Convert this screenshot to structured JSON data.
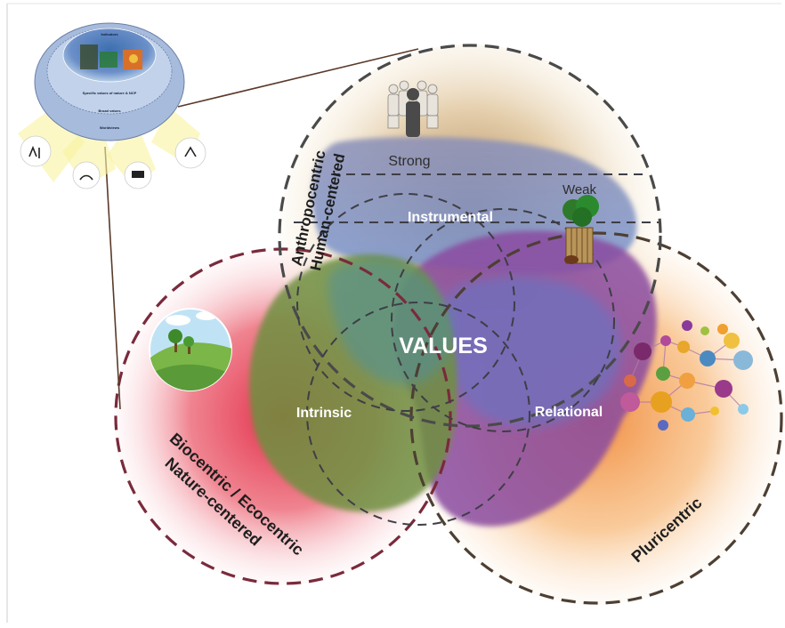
{
  "center_label": "VALUES",
  "value_types": {
    "instrumental": "Instrumental",
    "intrinsic": "Intrinsic",
    "relational": "Relational"
  },
  "instrumental_strength": {
    "strong": "Strong",
    "weak": "Weak"
  },
  "worldview_circles": {
    "anthropocentric": {
      "line1": "Anthropocentric",
      "line2": "Human-centered"
    },
    "biocentric": {
      "line1": "Biocentric / Ecocentric",
      "line2": "Nature-centered"
    },
    "pluricentric": {
      "label": "Pluricentric"
    }
  },
  "inset_typology": {
    "indicators": {
      "title": "Indicators"
    },
    "specific_values": {
      "title": "Specific values of nature & NCP"
    },
    "broad_values": {
      "title": "Broad values"
    },
    "worldviews": {
      "title": "Worldviews"
    }
  },
  "colors": {
    "anthropocentric_dash": "#4a4a4a",
    "biocentric_dash": "#7a2a3c",
    "pluricentric_dash": "#5a4a3a",
    "biocentric_glow": "#e8485a",
    "pluricentric_glow": "#f5a04a",
    "anthropocentric_glow": "#c8a070",
    "instrumental_zone": "#7f8fc8",
    "intrinsic_zone": "#6d8f4a",
    "relational_zone": "#9a4a90"
  },
  "icons": {
    "people_group": "people-group-icon",
    "trees": "trees-icon",
    "landscape": "landscape-icon",
    "species_network": "species-network-icon"
  }
}
